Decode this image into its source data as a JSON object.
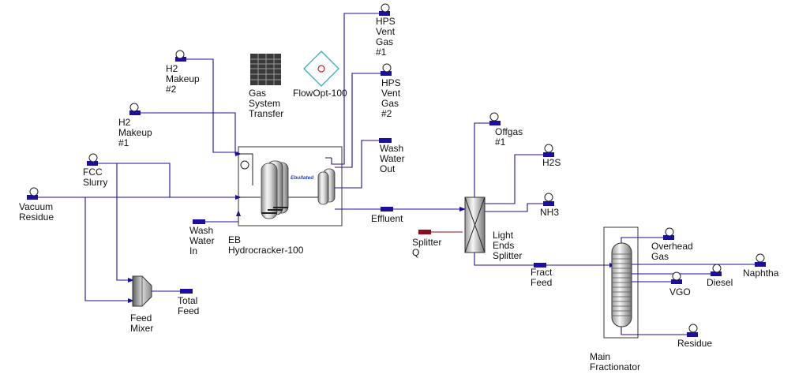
{
  "colors": {
    "stream": "#1a0fa0",
    "energy_stream": "#8b0a1e",
    "unit_outline": "#333333",
    "vessel_light": "#f2f2f2",
    "vessel_dark": "#7a7a7a",
    "background": "#ffffff"
  },
  "units": {
    "hydrocracker": "EB\nHydrocracker-100",
    "hydrocracker_badge": "Ebullated",
    "gas_system": "Gas\nSystem\nTransfer",
    "flowopt": "FlowOpt-100",
    "splitter": "Light\nEnds\nSplitter",
    "fractionator": "Main\nFractionator",
    "mixer": "Feed\nMixer"
  },
  "streams": {
    "vacuum_residue": "Vacuum\nResidue",
    "fcc_slurry": "FCC\nSlurry",
    "h2_makeup_1": "H2\nMakeup\n#1",
    "h2_makeup_2": "H2\nMakeup\n#2",
    "wash_water_in": "Wash\nWater\nIn",
    "hps_vent_gas_1": "HPS\nVent\nGas\n#1",
    "hps_vent_gas_2": "HPS\nVent\nGas\n#2",
    "wash_water_out": "Wash\nWater\nOut",
    "effluent": "Effluent",
    "splitter_q": "Splitter\nQ",
    "offgas_1": "Offgas\n#1",
    "h2s": "H2S",
    "nh3": "NH3",
    "fract_feed": "Fract\nFeed",
    "overhead_gas": "Overhead\nGas",
    "naphtha": "Naphtha",
    "diesel": "Diesel",
    "vgo": "VGO",
    "residue": "Residue",
    "total_feed": "Total\nFeed"
  }
}
